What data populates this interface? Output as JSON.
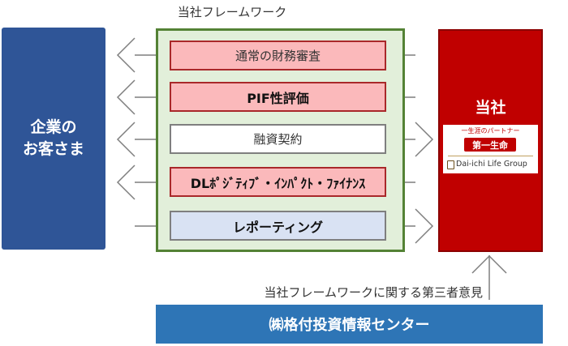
{
  "framework_title": "当社フレームワーク",
  "company": {
    "line1": "企業の",
    "line2": "お客さま"
  },
  "framework_items": [
    "通常の財務審査",
    "PIF性評価",
    "融資契約",
    "DLﾎﾟｼﾞﾃｨﾌﾞ・ｲﾝﾊﾟｸﾄ・ﾌｧｲﾅﾝｽ",
    "レポーティング"
  ],
  "self": {
    "label": "当社",
    "logo_tagline": "一生涯のパートナー",
    "logo_name": "第一生命",
    "logo_english": "Dai-ichi Life Group"
  },
  "opinion_label": "当社フレームワークに関する第三者意見",
  "rating_agency": "㈱格付投資情報センター",
  "colors": {
    "company_blue": "#2f5597",
    "framework_green": "#548235",
    "framework_bg": "#e2efda",
    "pink": "#fbb9bb",
    "self_red": "#c00000",
    "agency_blue": "#2e75b6"
  }
}
